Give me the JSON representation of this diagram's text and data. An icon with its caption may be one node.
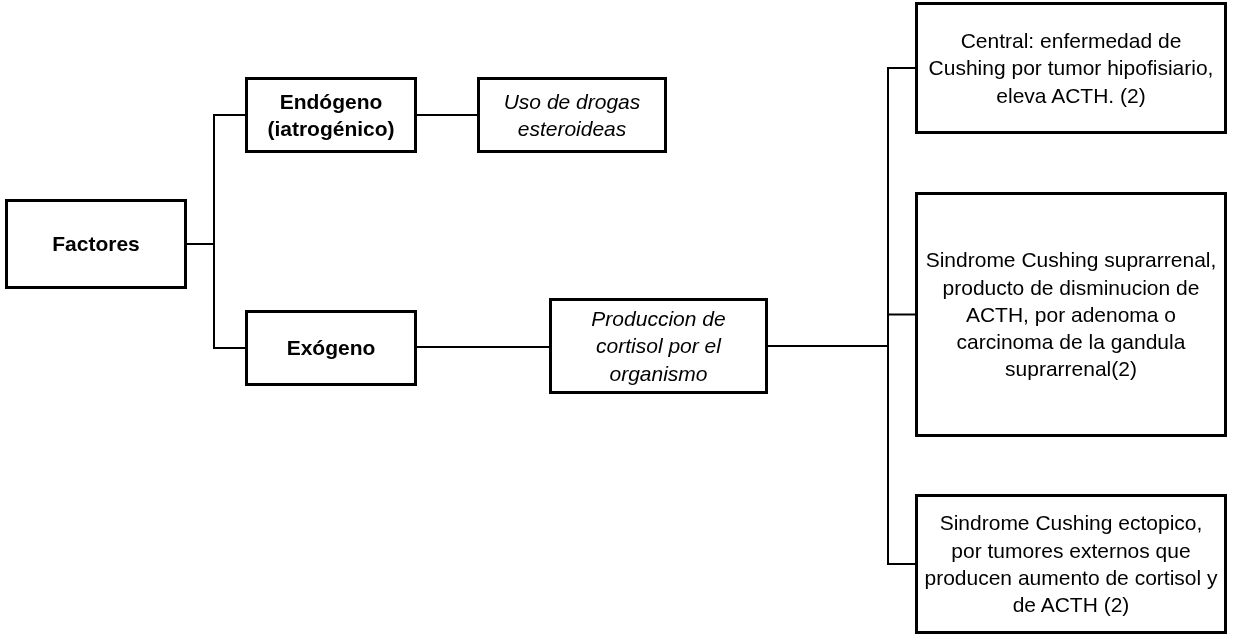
{
  "diagram": {
    "nodes": [
      {
        "text": [
          "Factores"
        ]
      },
      {
        "text": [
          "Endógeno (iatrogénico)"
        ]
      },
      {
        "text": [
          "Exógeno"
        ]
      },
      {
        "text": [
          "Uso de drogas esteroideas"
        ]
      },
      {
        "text": [
          "Produccion de cortisol por el organismo"
        ]
      },
      {
        "text": [
          "Central: enfermedad de Cushing por tumor hipofisiario, eleva ACTH. (2)"
        ]
      },
      {
        "text": [
          "Sindrome Cushing suprarrenal, producto de disminucion de ACTH,  por adenoma o carcinoma de la gandula suprarrenal(2)"
        ]
      },
      {
        "text": [
          "Sindrome Cushing ectopico, por tumores externos que producen aumento de cortisol y de ACTH (2)"
        ]
      }
    ],
    "edges": [
      {
        "from": 0,
        "to": 1,
        "arrow": "none"
      },
      {
        "from": 0,
        "to": 2,
        "arrow": "none"
      },
      {
        "from": 1,
        "to": 3,
        "arrow": "none"
      },
      {
        "from": 2,
        "to": 4,
        "arrow": "none"
      },
      {
        "from": 4,
        "to": 5,
        "arrow": "none"
      },
      {
        "from": 4,
        "to": 6,
        "arrow": "none"
      },
      {
        "from": 4,
        "to": 7,
        "arrow": "none"
      }
    ]
  }
}
